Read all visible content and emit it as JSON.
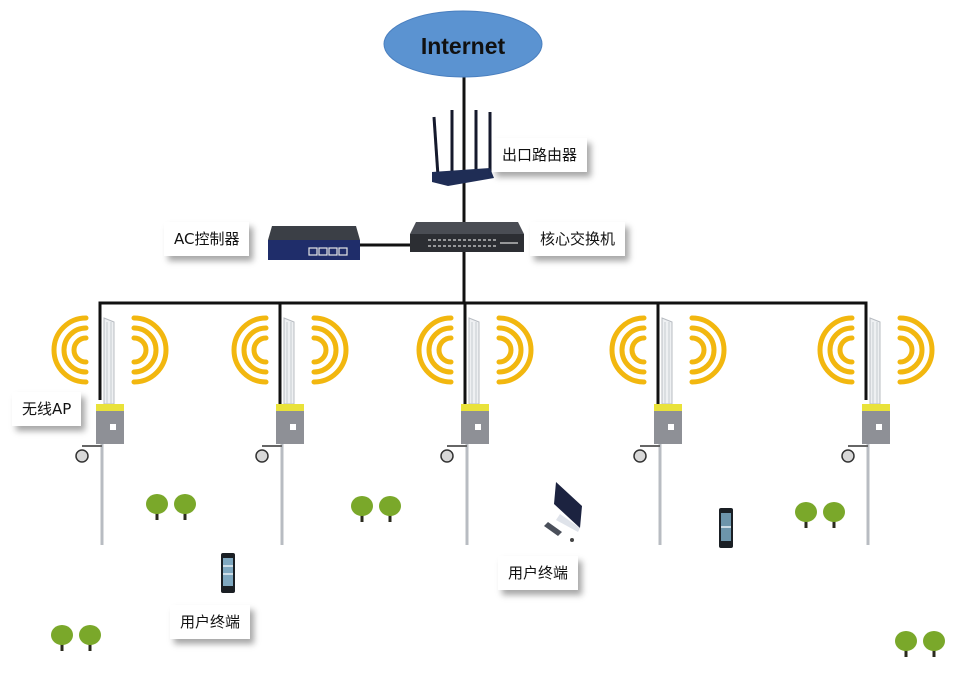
{
  "diagram": {
    "cloud": {
      "label": "Internet",
      "color": "#5b93d1"
    },
    "router": {
      "label": "出口路由器"
    },
    "ac_controller": {
      "label": "AC控制器"
    },
    "core_switch": {
      "label": "核心交换机"
    },
    "ap_label": "无线AP",
    "terminal_labels": [
      "用户终端",
      "用户终端"
    ],
    "access_points": [
      {
        "id": "ap-1"
      },
      {
        "id": "ap-2"
      },
      {
        "id": "ap-3"
      },
      {
        "id": "ap-4"
      },
      {
        "id": "ap-5"
      }
    ],
    "colors": {
      "wifi_signal": "#f2b70f",
      "link_line": "#111111",
      "device_body": "#1f2d55",
      "switch_body": "#3a3d44",
      "ap_box": "#8e9096",
      "ap_stripe": "#e9e23a",
      "tree_canopy": "#7aa82a"
    },
    "connections": [
      "Internet — 出口路由器",
      "出口路由器 — 核心交换机",
      "AC控制器 — 核心交换机",
      "核心交换机 — 无线AP ×5"
    ]
  }
}
